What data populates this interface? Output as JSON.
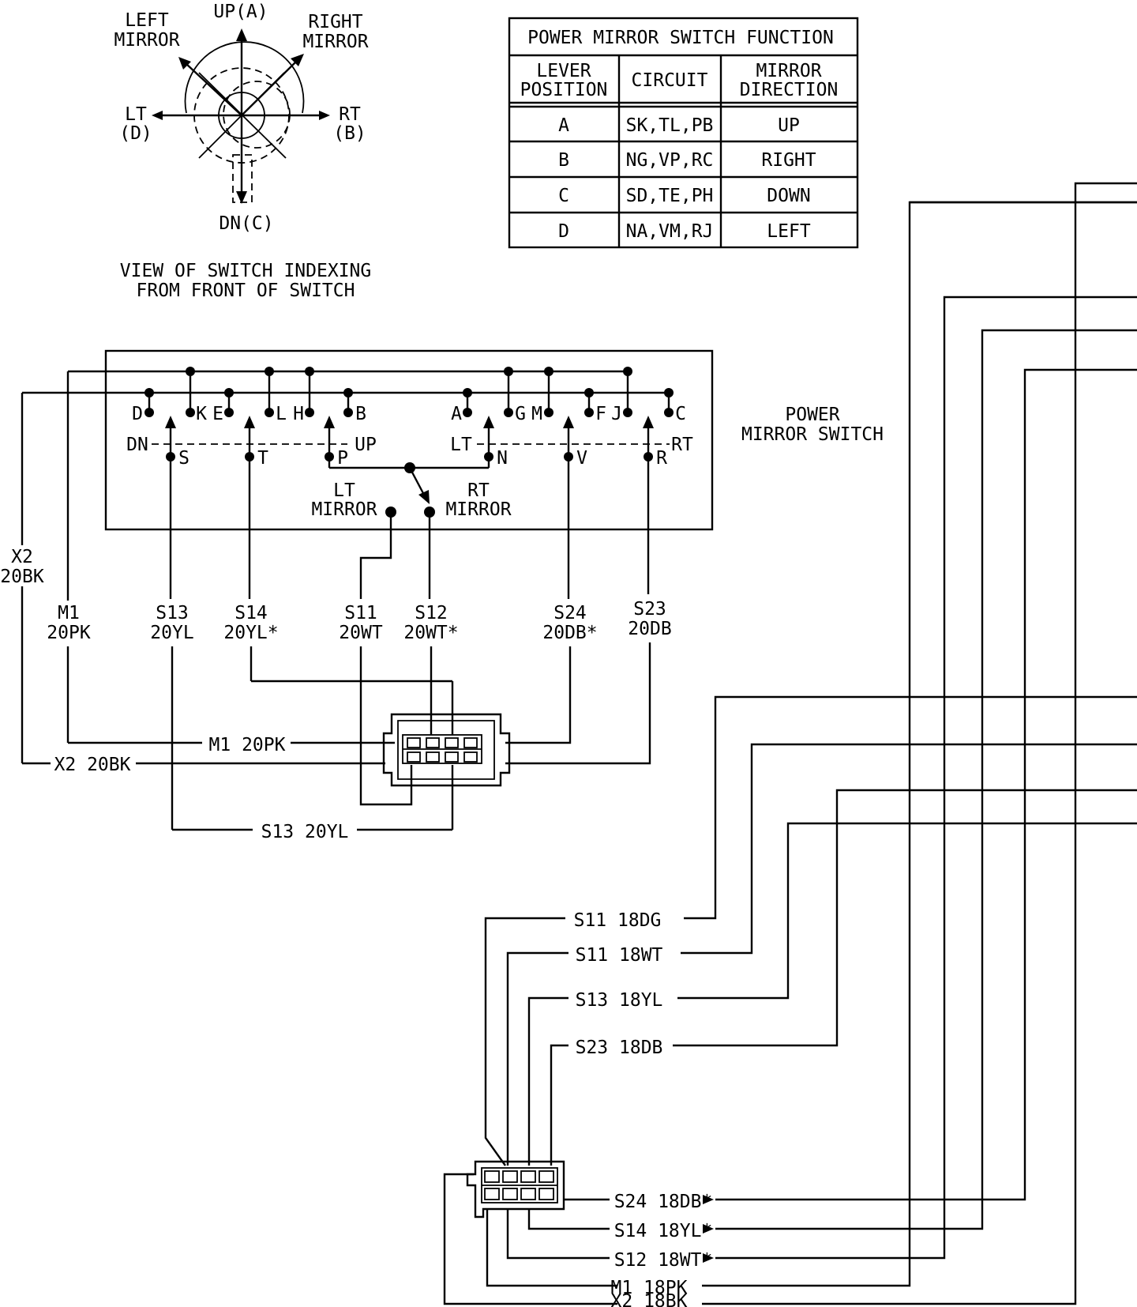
{
  "switch_indexing": {
    "up": "UP(A)",
    "down": "DN(C)",
    "left_mirror": [
      "LEFT",
      "MIRROR"
    ],
    "right_mirror": [
      "RIGHT",
      "MIRROR"
    ],
    "lt": [
      "LT",
      "(D)"
    ],
    "rt": [
      "RT",
      "(B)"
    ],
    "caption": [
      "VIEW OF SWITCH INDEXING",
      "FROM FRONT OF SWITCH"
    ]
  },
  "function_table": {
    "title": "POWER MIRROR SWITCH FUNCTION",
    "headers": [
      [
        "LEVER",
        "POSITION"
      ],
      [
        "CIRCUIT"
      ],
      [
        "MIRROR",
        "DIRECTION"
      ]
    ],
    "rows": [
      [
        "A",
        "SK,TL,PB",
        "UP"
      ],
      [
        "B",
        "NG,VP,RC",
        "RIGHT"
      ],
      [
        "C",
        "SD,TE,PH",
        "DOWN"
      ],
      [
        "D",
        "NA,VM,RJ",
        "LEFT"
      ]
    ]
  },
  "switch": {
    "title": [
      "POWER",
      "MIRROR SWITCH"
    ],
    "terminals_top": [
      "D",
      "K",
      "E",
      "L",
      "H",
      "B",
      "A",
      "G",
      "M",
      "F",
      "J",
      "C"
    ],
    "terminals_bottom": [
      "S",
      "T",
      "P",
      "N",
      "V",
      "R"
    ],
    "dn": "DN",
    "up": "UP",
    "lt": "LT",
    "rt": "RT",
    "lt_mirror": [
      "LT",
      "MIRROR"
    ],
    "rt_mirror": [
      "RT",
      "MIRROR"
    ]
  },
  "wires": {
    "x2": [
      "X2",
      "20BK"
    ],
    "m1": [
      "M1",
      "20PK"
    ],
    "s13": [
      "S13",
      "20YL"
    ],
    "s14": [
      "S14",
      "20YL*"
    ],
    "s11": [
      "S11",
      "20WT"
    ],
    "s12": [
      "S12",
      "20WT*"
    ],
    "s24": [
      "S24",
      "20DB*"
    ],
    "s23": [
      "S23",
      "20DB"
    ],
    "m1_conn": "M1 20PK",
    "x2_conn": "X2 20BK",
    "s13_conn": "S13 20YL"
  },
  "harness": [
    "S11 18DG",
    "S11 18WT",
    "S13 18YL",
    "S23 18DB",
    "S24 18DB*",
    "S14 18YL*",
    "S12 18WT*",
    "M1 18PK",
    "X2 18BK"
  ]
}
